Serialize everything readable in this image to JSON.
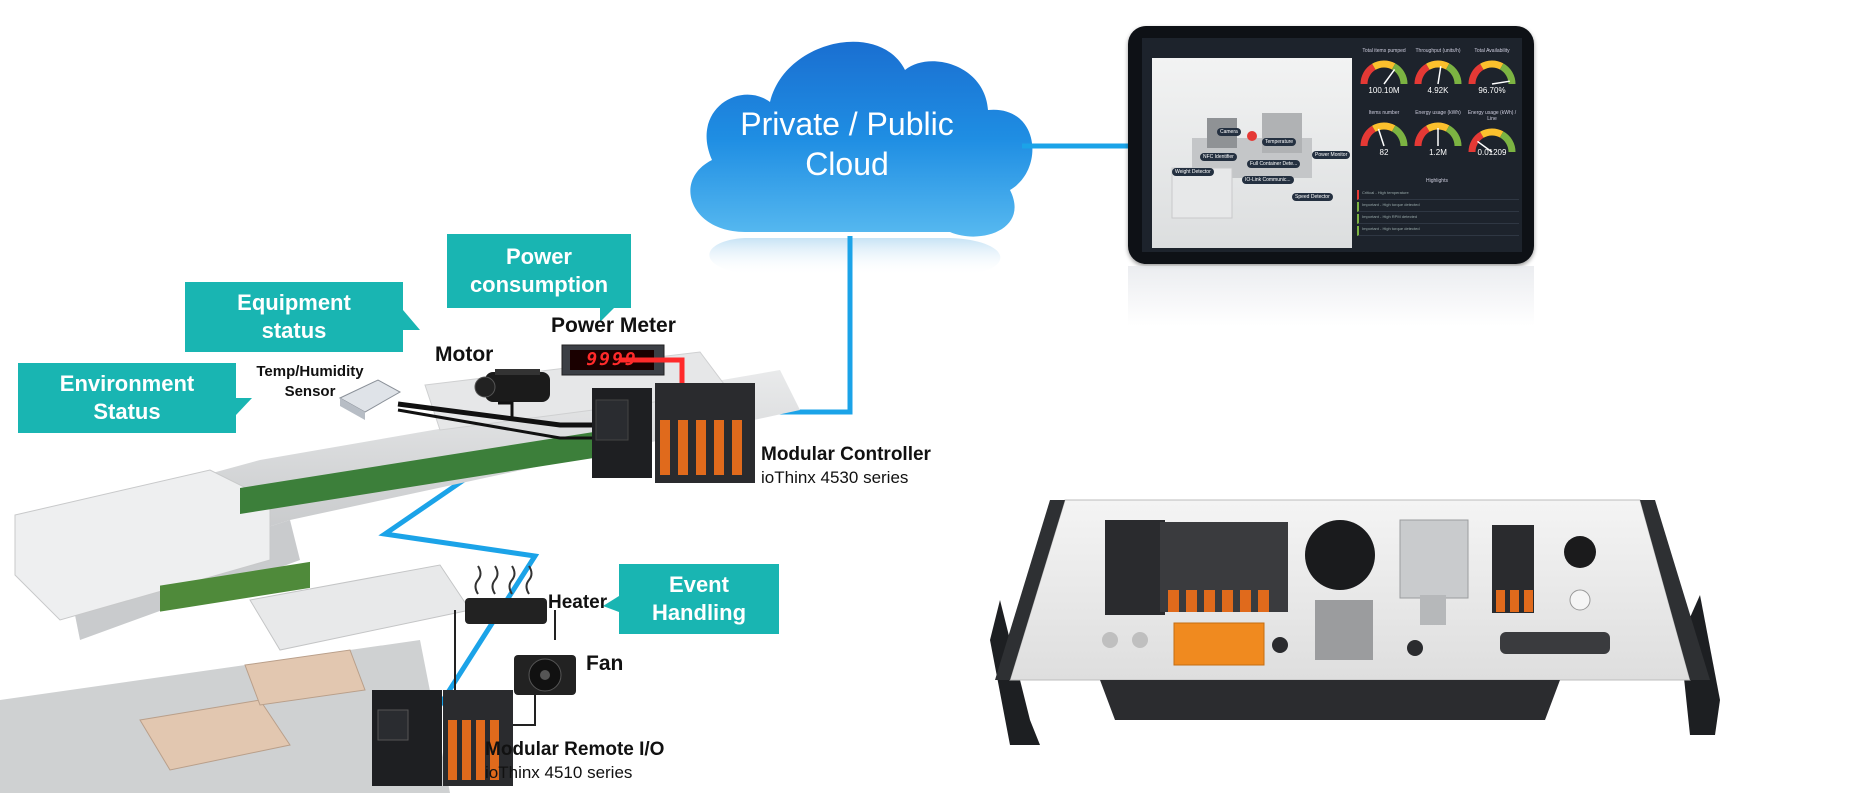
{
  "cloud": {
    "line1": "Private / Public",
    "line2": "Cloud",
    "color": "#1c8de0"
  },
  "callouts": {
    "environment": {
      "line1": "Environment",
      "line2": "Status"
    },
    "equipment": {
      "line1": "Equipment",
      "line2": "status"
    },
    "power": {
      "line1": "Power",
      "line2": "consumption"
    },
    "event": {
      "line1": "Event",
      "line2": "Handling"
    }
  },
  "labels": {
    "sensor_line1": "Temp/Humidity",
    "sensor_line2": "Sensor",
    "motor": "Motor",
    "power_meter": "Power Meter",
    "meter_display": "9999",
    "heater": "Heater",
    "fan": "Fan"
  },
  "controller": {
    "name": "Modular Controller",
    "series": "ioThinx 4530 series"
  },
  "remote_io": {
    "name": "Modular Remote I/O",
    "series": "ioThinx 4510 series"
  },
  "dashboard": {
    "gauges": [
      {
        "title": "Total items pumped",
        "value": "100.10M",
        "level": 0.7
      },
      {
        "title": "Throughput (units/h)",
        "value": "4.92K",
        "level": 0.55
      },
      {
        "title": "Total Availability",
        "value": "96.70%",
        "level": 0.95
      },
      {
        "title": "Items number",
        "value": "82",
        "level": 0.4
      },
      {
        "title": "Energy usage (kWh)",
        "value": "1.2M",
        "level": 0.5
      },
      {
        "title": "Energy usage (kWh) / Line",
        "value": "0.01209",
        "level": 0.2
      }
    ],
    "highlights_title": "Highlights",
    "highlights": [
      {
        "text": "Critical - High temperature",
        "color": "#e53935"
      },
      {
        "text": "Important - High torque detected",
        "color": "#7cb342"
      },
      {
        "text": "Important - High RPM detected",
        "color": "#7cb342"
      },
      {
        "text": "Important - High torque detected",
        "color": "#7cb342"
      }
    ],
    "tags": [
      "Camera",
      "Temperature",
      "NFC Identifier",
      "Full Container Dete...",
      "Weight Detector",
      "IO-Link Communic...",
      "Speed Detector",
      "Power Monitor"
    ]
  },
  "colors": {
    "teal": "#19b5b2",
    "cable_blue": "#1ba3e8",
    "meter_red": "#ff2a2a"
  }
}
